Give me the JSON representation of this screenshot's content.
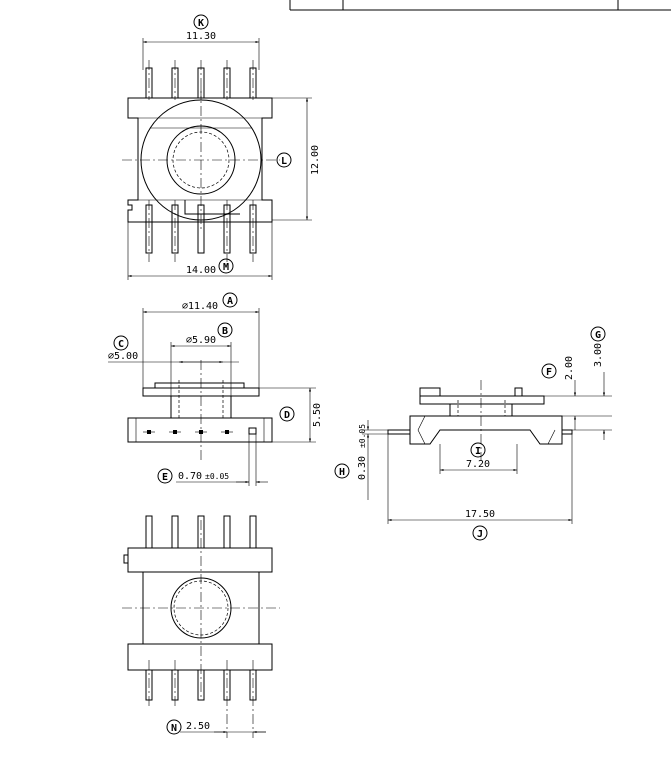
{
  "drawing": {
    "top_view": {
      "width": {
        "letter": "K",
        "value": "11.30"
      },
      "height": {
        "letter": "L",
        "value": "12.00"
      },
      "base_width": {
        "letter": "M",
        "value": "14.00"
      }
    },
    "front_view": {
      "flange_dia": {
        "letter": "A",
        "value": "⌀11.40"
      },
      "core_dia": {
        "letter": "B",
        "value": "⌀5.90"
      },
      "bore_dia": {
        "letter": "C",
        "value": "⌀5.00"
      },
      "height": {
        "letter": "D",
        "value": "5.50"
      },
      "pin_size": {
        "letter": "E",
        "value": "0.70",
        "tol": "±0.05"
      }
    },
    "side_view": {
      "step": {
        "letter": "F",
        "value": "2.00"
      },
      "total": {
        "letter": "G",
        "value": "3.00"
      },
      "pin_thk": {
        "letter": "H",
        "value": "0.30",
        "tol": "±0.05"
      },
      "slot": {
        "letter": "I",
        "value": "7.20"
      },
      "overall": {
        "letter": "J",
        "value": "17.50"
      }
    },
    "bottom_view": {
      "pitch": {
        "letter": "N",
        "value": "2.50"
      }
    }
  }
}
